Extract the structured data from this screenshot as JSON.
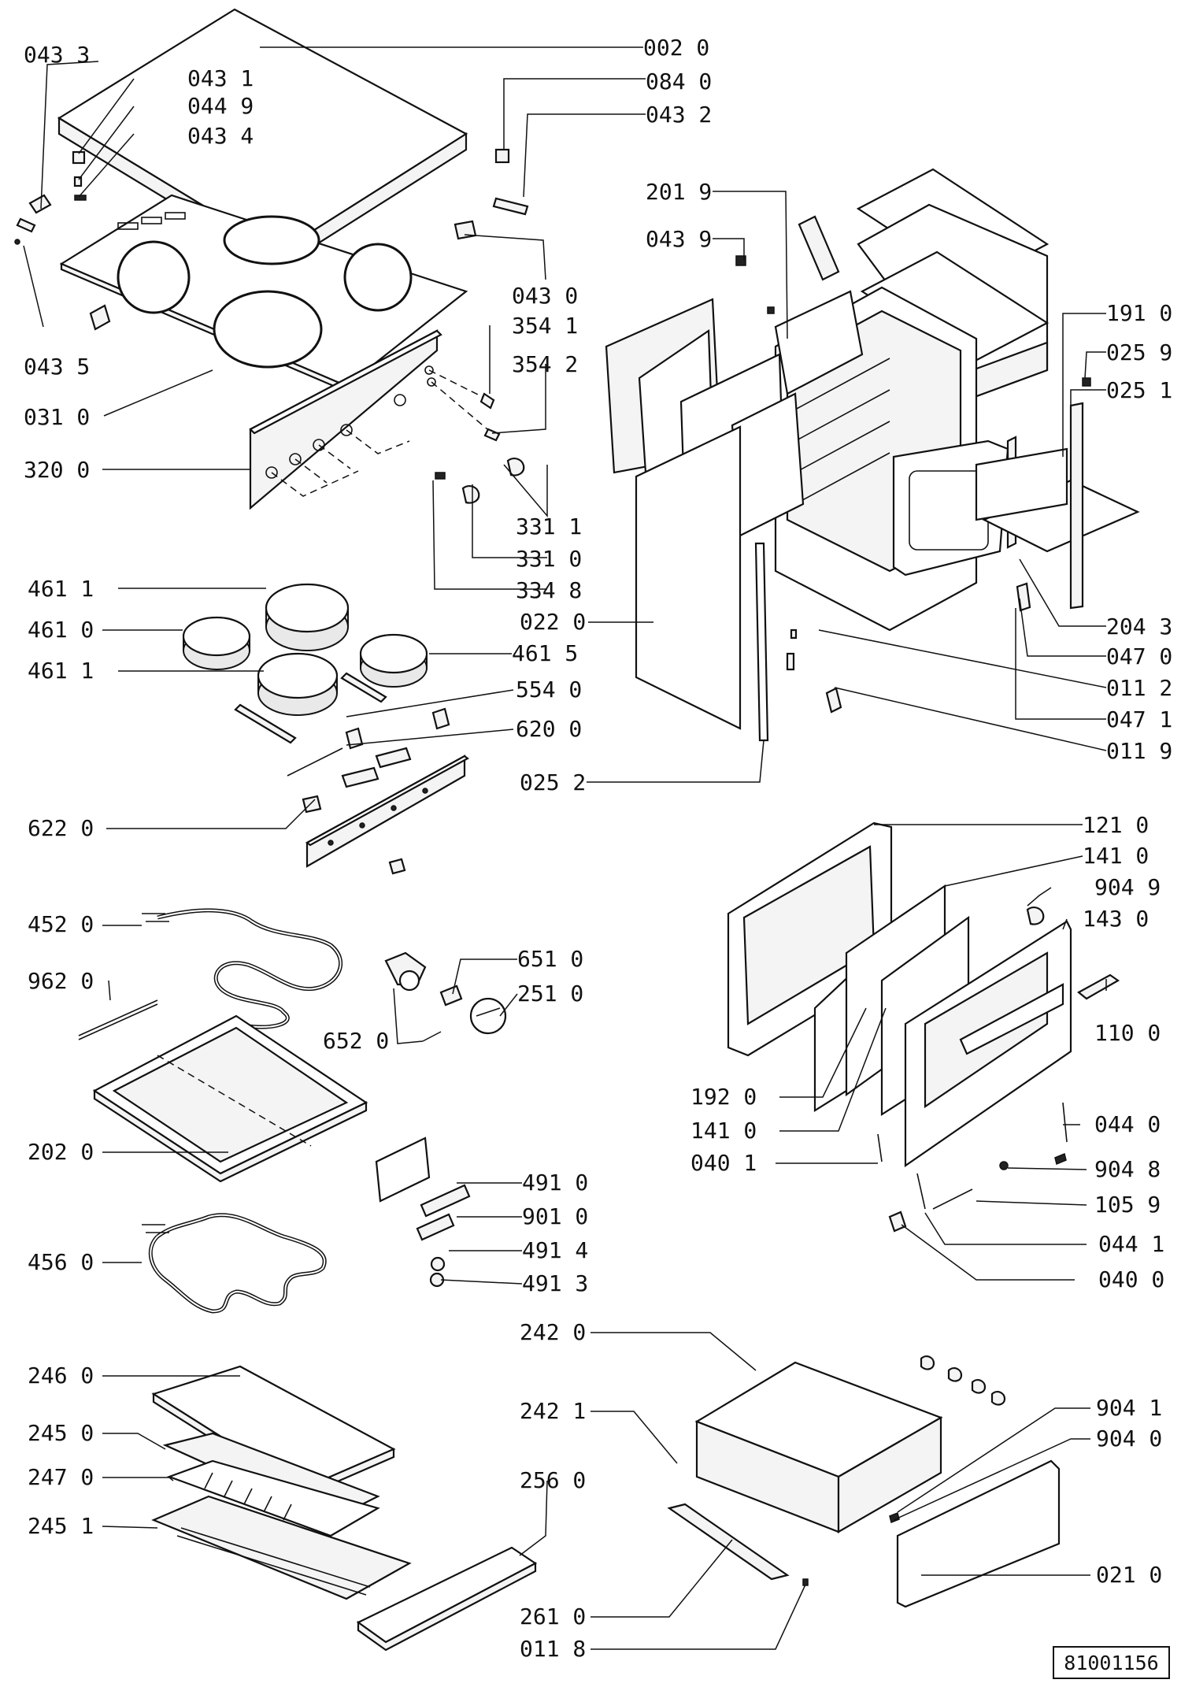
{
  "diagram": {
    "doc_number": "81001156",
    "labels": [
      {
        "id": "043-3-a",
        "text": "043 3"
      },
      {
        "id": "002-0",
        "text": "002 0"
      },
      {
        "id": "043-1",
        "text": "043 1"
      },
      {
        "id": "084-0",
        "text": "084 0"
      },
      {
        "id": "044-9",
        "text": "044 9"
      },
      {
        "id": "043-2",
        "text": "043 2"
      },
      {
        "id": "043-4",
        "text": "043 4"
      },
      {
        "id": "201-9",
        "text": "201 9"
      },
      {
        "id": "043-9",
        "text": "043 9"
      },
      {
        "id": "043-0",
        "text": "043 0"
      },
      {
        "id": "191-0",
        "text": "191 0"
      },
      {
        "id": "354-1",
        "text": "354 1"
      },
      {
        "id": "025-9",
        "text": "025 9"
      },
      {
        "id": "043-5",
        "text": "043 5"
      },
      {
        "id": "354-2",
        "text": "354 2"
      },
      {
        "id": "025-1",
        "text": "025 1"
      },
      {
        "id": "031-0",
        "text": "031 0"
      },
      {
        "id": "320-0",
        "text": "320 0"
      },
      {
        "id": "331-1",
        "text": "331 1"
      },
      {
        "id": "331-0",
        "text": "331 0"
      },
      {
        "id": "461-1-a",
        "text": "461 1"
      },
      {
        "id": "334-8",
        "text": "334 8"
      },
      {
        "id": "204-3",
        "text": "204 3"
      },
      {
        "id": "461-0",
        "text": "461 0"
      },
      {
        "id": "022-0",
        "text": "022 0"
      },
      {
        "id": "047-0",
        "text": "047 0"
      },
      {
        "id": "461-5",
        "text": "461 5"
      },
      {
        "id": "461-1-b",
        "text": "461 1"
      },
      {
        "id": "554-0",
        "text": "554 0"
      },
      {
        "id": "011-2",
        "text": "011 2"
      },
      {
        "id": "047-1",
        "text": "047 1"
      },
      {
        "id": "620-0",
        "text": "620 0"
      },
      {
        "id": "011-9",
        "text": "011 9"
      },
      {
        "id": "025-2",
        "text": "025 2"
      },
      {
        "id": "622-0",
        "text": "622 0"
      },
      {
        "id": "121-0",
        "text": "121 0"
      },
      {
        "id": "141-0-a",
        "text": "141 0"
      },
      {
        "id": "904-9",
        "text": "904 9"
      },
      {
        "id": "452-0",
        "text": "452 0"
      },
      {
        "id": "143-0",
        "text": "143 0"
      },
      {
        "id": "651-0",
        "text": "651 0"
      },
      {
        "id": "962-0",
        "text": "962 0"
      },
      {
        "id": "251-0",
        "text": "251 0"
      },
      {
        "id": "652-0",
        "text": "652 0"
      },
      {
        "id": "110-0",
        "text": "110 0"
      },
      {
        "id": "192-0",
        "text": "192 0"
      },
      {
        "id": "044-0",
        "text": "044 0"
      },
      {
        "id": "141-0-b",
        "text": "141 0"
      },
      {
        "id": "202-0",
        "text": "202 0"
      },
      {
        "id": "040-1",
        "text": "040 1"
      },
      {
        "id": "904-8",
        "text": "904 8"
      },
      {
        "id": "491-0",
        "text": "491 0"
      },
      {
        "id": "105-9",
        "text": "105 9"
      },
      {
        "id": "901-0",
        "text": "901 0"
      },
      {
        "id": "044-1",
        "text": "044 1"
      },
      {
        "id": "456-0",
        "text": "456 0"
      },
      {
        "id": "491-4",
        "text": "491 4"
      },
      {
        "id": "040-0",
        "text": "040 0"
      },
      {
        "id": "491-3",
        "text": "491 3"
      },
      {
        "id": "242-0",
        "text": "242 0"
      },
      {
        "id": "246-0",
        "text": "246 0"
      },
      {
        "id": "904-1",
        "text": "904 1"
      },
      {
        "id": "242-1",
        "text": "242 1"
      },
      {
        "id": "904-0",
        "text": "904 0"
      },
      {
        "id": "245-0",
        "text": "245 0"
      },
      {
        "id": "256-0",
        "text": "256 0"
      },
      {
        "id": "247-0",
        "text": "247 0"
      },
      {
        "id": "245-1",
        "text": "245 1"
      },
      {
        "id": "021-0",
        "text": "021 0"
      },
      {
        "id": "261-0",
        "text": "261 0"
      },
      {
        "id": "011-8",
        "text": "011 8"
      }
    ]
  }
}
